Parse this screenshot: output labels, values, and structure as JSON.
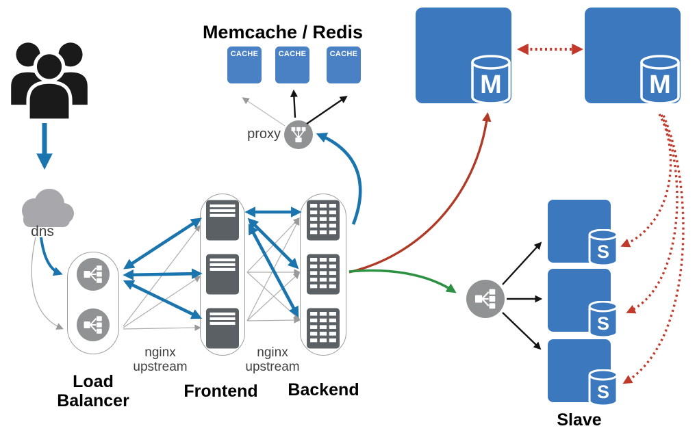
{
  "diagram": {
    "title": "Memcache / Redis",
    "dns_label": "dns",
    "proxy_label": "proxy",
    "nginx_upstream_left": "nginx\nupstream",
    "nginx_upstream_right": "nginx\nupstream",
    "load_balancer_label": "Load\nBalancer",
    "frontend_label": "Frontend",
    "backend_label": "Backend",
    "slave_label": "Slave",
    "cache_nodes": [
      {
        "label": "CACHE"
      },
      {
        "label": "CACHE"
      },
      {
        "label": "CACHE"
      }
    ],
    "master_nodes": [
      {
        "label": "M"
      },
      {
        "label": "M"
      }
    ],
    "slave_nodes": [
      {
        "label": "S"
      },
      {
        "label": "S"
      },
      {
        "label": "S"
      }
    ],
    "icons": {
      "users": "users-group-icon",
      "dns": "cloud-icon",
      "load_balancer": "fan-out-icon",
      "cache_proxy": "fan-in-icon",
      "slave_distributor": "fan-out-icon",
      "frontend_server": "server-lines-icon",
      "backend_server": "server-grid-icon",
      "master_db": "database-cylinder-icon",
      "slave_db": "database-cylinder-icon"
    },
    "colors": {
      "node_blue": "#3b78be",
      "cache_blue": "#4a80c4",
      "icon_gray": "#909294",
      "server_dark": "#5b6065",
      "cloud_gray": "#a8a8ac",
      "pill_border": "#9c9c9c",
      "arrow_blue": "#1a74ad",
      "arrow_black": "#141414",
      "arrow_gray": "#adadad",
      "arrow_red": "#b03a26",
      "arrow_red_dotted": "#c0392b",
      "arrow_green": "#2c9140",
      "text_dark": "#3f3f3f",
      "users_black": "#1a1a1a"
    },
    "edges": [
      {
        "from": "users",
        "to": "dns",
        "style": "solid",
        "color": "#1a74ad"
      },
      {
        "from": "dns",
        "to": "load-balancer-1",
        "style": "solid",
        "color": "#1a74ad"
      },
      {
        "from": "dns",
        "to": "load-balancer-2",
        "style": "solid-thin",
        "color": "#adadad"
      },
      {
        "from": "load-balancer-1",
        "to": "frontend-servers",
        "style": "bidirectional",
        "color": "#1a74ad"
      },
      {
        "from": "load-balancer-2",
        "to": "frontend-servers",
        "style": "solid-thin",
        "color": "#adadad"
      },
      {
        "from": "frontend-servers",
        "to": "backend-servers",
        "style": "bidirectional",
        "color": "#1a74ad"
      },
      {
        "from": "frontend-servers",
        "to": "backend-servers",
        "style": "solid-thin-mesh",
        "color": "#adadad"
      },
      {
        "from": "backend",
        "to": "cache-proxy",
        "style": "solid-curve",
        "color": "#1a74ad"
      },
      {
        "from": "cache-proxy",
        "to": "cache-1",
        "style": "solid-thin",
        "color": "#adadad"
      },
      {
        "from": "cache-proxy",
        "to": "cache-2",
        "style": "solid",
        "color": "#141414"
      },
      {
        "from": "cache-proxy",
        "to": "cache-3",
        "style": "solid",
        "color": "#141414"
      },
      {
        "from": "backend",
        "to": "master-1",
        "style": "solid-curve",
        "color": "#b03a26"
      },
      {
        "from": "backend",
        "to": "slave-distributor",
        "style": "solid-curve",
        "color": "#2c9140"
      },
      {
        "from": "master-1",
        "to": "master-2",
        "style": "dotted-bidirectional",
        "color": "#c0392b"
      },
      {
        "from": "master-2",
        "to": "slave-1",
        "style": "dotted-curve",
        "color": "#c0392b"
      },
      {
        "from": "master-2",
        "to": "slave-2",
        "style": "dotted-curve",
        "color": "#c0392b"
      },
      {
        "from": "master-2",
        "to": "slave-3",
        "style": "dotted-curve",
        "color": "#c0392b"
      },
      {
        "from": "slave-distributor",
        "to": "slave-1",
        "style": "solid",
        "color": "#141414"
      },
      {
        "from": "slave-distributor",
        "to": "slave-2",
        "style": "solid",
        "color": "#141414"
      },
      {
        "from": "slave-distributor",
        "to": "slave-3",
        "style": "solid",
        "color": "#141414"
      }
    ]
  }
}
